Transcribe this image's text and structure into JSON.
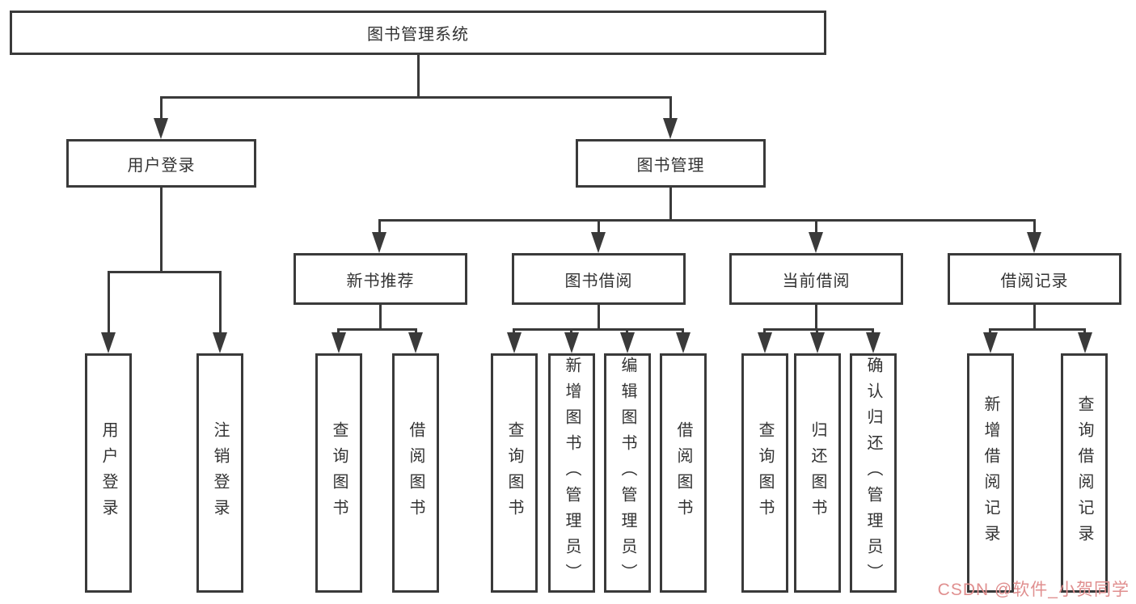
{
  "tree": {
    "root": {
      "label": "图书管理系统"
    },
    "branches": [
      {
        "label": "用户登录",
        "children": [
          {
            "label": "用户登录"
          },
          {
            "label": "注销登录"
          }
        ]
      },
      {
        "label": "图书管理",
        "children": [
          {
            "label": "新书推荐",
            "children": [
              {
                "label": "查询图书"
              },
              {
                "label": "借阅图书"
              }
            ]
          },
          {
            "label": "图书借阅",
            "children": [
              {
                "label": "查询图书"
              },
              {
                "label": "新增图书（管理员）"
              },
              {
                "label": "编辑图书（管理员）"
              },
              {
                "label": "借阅图书"
              }
            ]
          },
          {
            "label": "当前借阅",
            "children": [
              {
                "label": "查询图书"
              },
              {
                "label": "归还图书"
              },
              {
                "label": "确认归还（管理员）"
              }
            ]
          },
          {
            "label": "借阅记录",
            "children": [
              {
                "label": "新增借阅记录"
              },
              {
                "label": "查询借阅记录"
              }
            ]
          }
        ]
      }
    ]
  },
  "watermark": {
    "text": "CSDN @软件_小贺同学",
    "color": "#e08f8f"
  },
  "colors": {
    "line": "#3a3a3a",
    "box_background": "#ffffff",
    "text": "#333333"
  }
}
